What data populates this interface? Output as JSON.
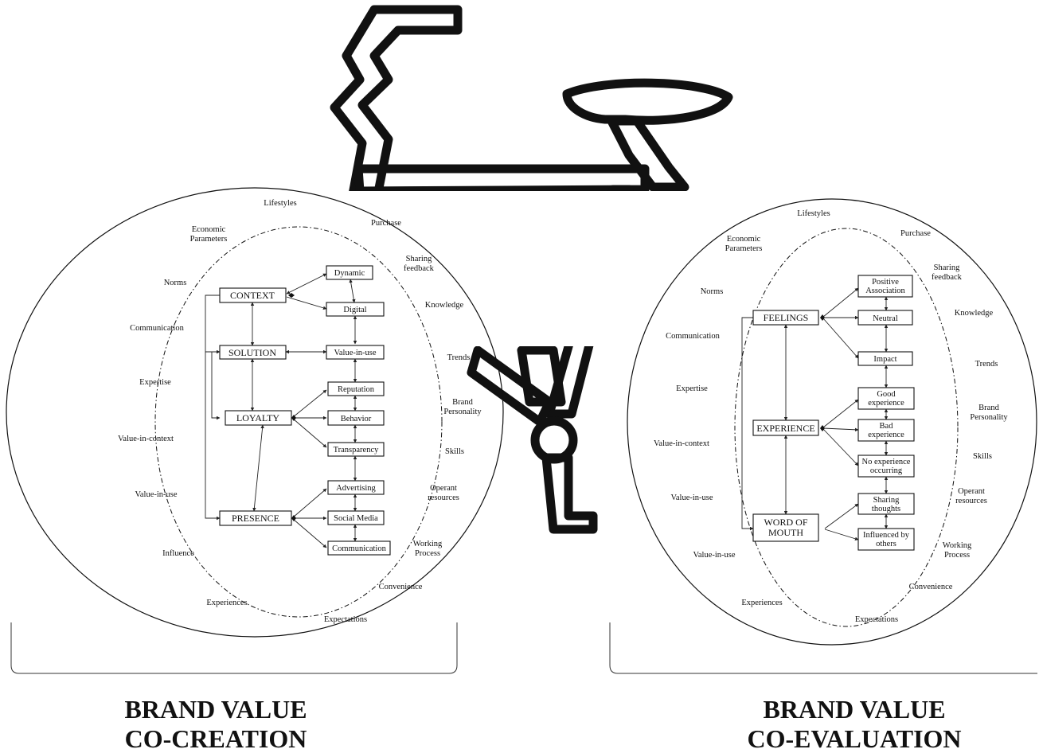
{
  "left": {
    "outer_factors": [
      "Lifestyles",
      "Purchase",
      "Economic Parameters",
      "Sharing feedback",
      "Norms",
      "Knowledge",
      "Communication",
      "Trends",
      "Expertise",
      "Brand Personality",
      "Value-in-context",
      "Skills",
      "Value-in-use",
      "Operant resources",
      "Influence",
      "Working Process",
      "Experiences",
      "Convenience",
      "Expectations"
    ],
    "core": [
      "CONTEXT",
      "SOLUTION",
      "LOYALTY",
      "PRESENCE"
    ],
    "boxes": [
      "Dynamic",
      "Digital",
      "Value-in-use",
      "Reputation",
      "Behavior",
      "Transparency",
      "Advertising",
      "Social Media",
      "Communication"
    ],
    "title_line1": "BRAND VALUE",
    "title_line2": "CO-CREATION"
  },
  "right": {
    "outer_factors": [
      "Lifestyles",
      "Purchase",
      "Economic Parameters",
      "Sharing feedback",
      "Norms",
      "Knowledge",
      "Communication",
      "Trends",
      "Expertise",
      "Brand Personality",
      "Value-in-context",
      "Skills",
      "Value-in-use",
      "Operant resources",
      "Value-in-use",
      "Working Process",
      "Experiences",
      "Convenience",
      "Expectations"
    ],
    "core": [
      "FEELINGS",
      "EXPERIENCE",
      "WORD OF MOUTH"
    ],
    "boxes": [
      "Positive Association",
      "Neutral",
      "Impact",
      "Good experience",
      "Bad experience",
      "No experience occurring",
      "Sharing thoughts",
      "Influenced by others"
    ],
    "title_line1": "BRAND VALUE",
    "title_line2": "CO-EVALUATION"
  }
}
